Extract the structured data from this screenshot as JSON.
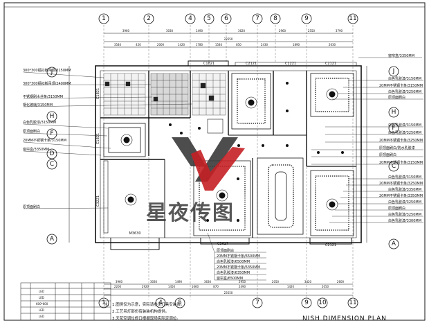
{
  "axes_top": [
    "1",
    "2",
    "4",
    "5",
    "6",
    "7",
    "8",
    "9",
    "11"
  ],
  "axes_bottom": [
    "1",
    "4",
    "5",
    "7",
    "9",
    "10",
    "11"
  ],
  "axes_left": [
    "A",
    "C",
    "D",
    "F",
    "H",
    "J"
  ],
  "axes_right": [
    "A",
    "C",
    "F",
    "H",
    "J"
  ],
  "dims_top_row1": [
    "3960",
    "3030",
    "1490",
    "3620",
    "2960",
    "2550",
    "3790"
  ],
  "dims_top_row2": [
    "3540",
    "420",
    "2000",
    "1420",
    "1780",
    "1540",
    "850",
    "2430",
    "1890",
    "2630"
  ],
  "dims_total_top": "23550",
  "dims_bottom_row1": [
    "3960",
    "3030",
    "1490",
    "3630",
    "2950",
    "2050",
    "3420",
    "2600"
  ],
  "dims_bottom_row2": [
    "2200",
    "2920",
    "1450",
    "1660",
    "870",
    "2490",
    "1420",
    "2050"
  ],
  "dims_total_bottom": "23550",
  "window_tags": {
    "c1821_top": "C1821",
    "c2121_a": "C2121",
    "c1221": "C1221",
    "c2121_b": "C2121",
    "c1821_side": "C1821",
    "c1821_side2": "C1821",
    "c3221": "C3221",
    "m3630": "M3630",
    "c3627": "C3627",
    "c2121_bottom": "C2121"
  },
  "labels_left": [
    "300*300铝扣板吊顶/3150MM",
    "300*300铝扣板吊顶/2400MM",
    "不锈钢刷木丝条/3150MM",
    "钢化玻璃/3150MM",
    "白色乳胶漆/3150MM",
    "原顶面刷白",
    "20MM不锈钢卡条/3150MM",
    "窗帘盒/3350MM",
    "原顶面刷白"
  ],
  "labels_right_top": "窗帘盒/3350MM",
  "labels_right": [
    "白色乳胶漆/3150MM",
    "20MM不锈钢卡条/3150MM",
    "白色乳胶漆/3250MM",
    "原顶面刷白",
    "白色乳胶漆/3150MM",
    "白色乳胶漆/3250MM",
    "20MM不锈钢卡条/3250MM",
    "原顶面刷白/防水乳胶漆",
    "原顶面刷白",
    "20MM不锈钢卡条/3150MM",
    "白色乳胶漆/3150MM",
    "20MM不锈钢卡条/3250MM",
    "白色乳胶漆/3350MM",
    "20MM不锈钢卡条/3350MM",
    "白色乳胶漆/3250MM",
    "原顶面刷白",
    "白色乳胶漆/3250MM",
    "白色乳胶漆/3300MM"
  ],
  "labels_bottom": [
    "原顶面刷白",
    "20MM不锈钢卡条/6500MM",
    "白色乳胶漆/6500MM",
    "20MM不锈钢卡条/6350MM",
    "白色乳胶漆/6350MM",
    "窗帘盒/6500MM"
  ],
  "notes_title": "注：",
  "notes": [
    "1.图例仅为示意，实际请参见灯具安装表。",
    "2.工艺吊灯部份有装装机构提供。",
    "3.天花空调位修口根据现场实际定调位。"
  ],
  "legend_rows": [
    "LED",
    "LED",
    "600*600",
    "LED",
    "LED"
  ],
  "title_partial": "NISH DIMENSION PLAN",
  "watermark_text": "星夜传图",
  "colors": {
    "line": "#111111",
    "bg": "#ffffff",
    "watermark_red": "#c42025",
    "watermark_grey": "#3a3a3a"
  }
}
